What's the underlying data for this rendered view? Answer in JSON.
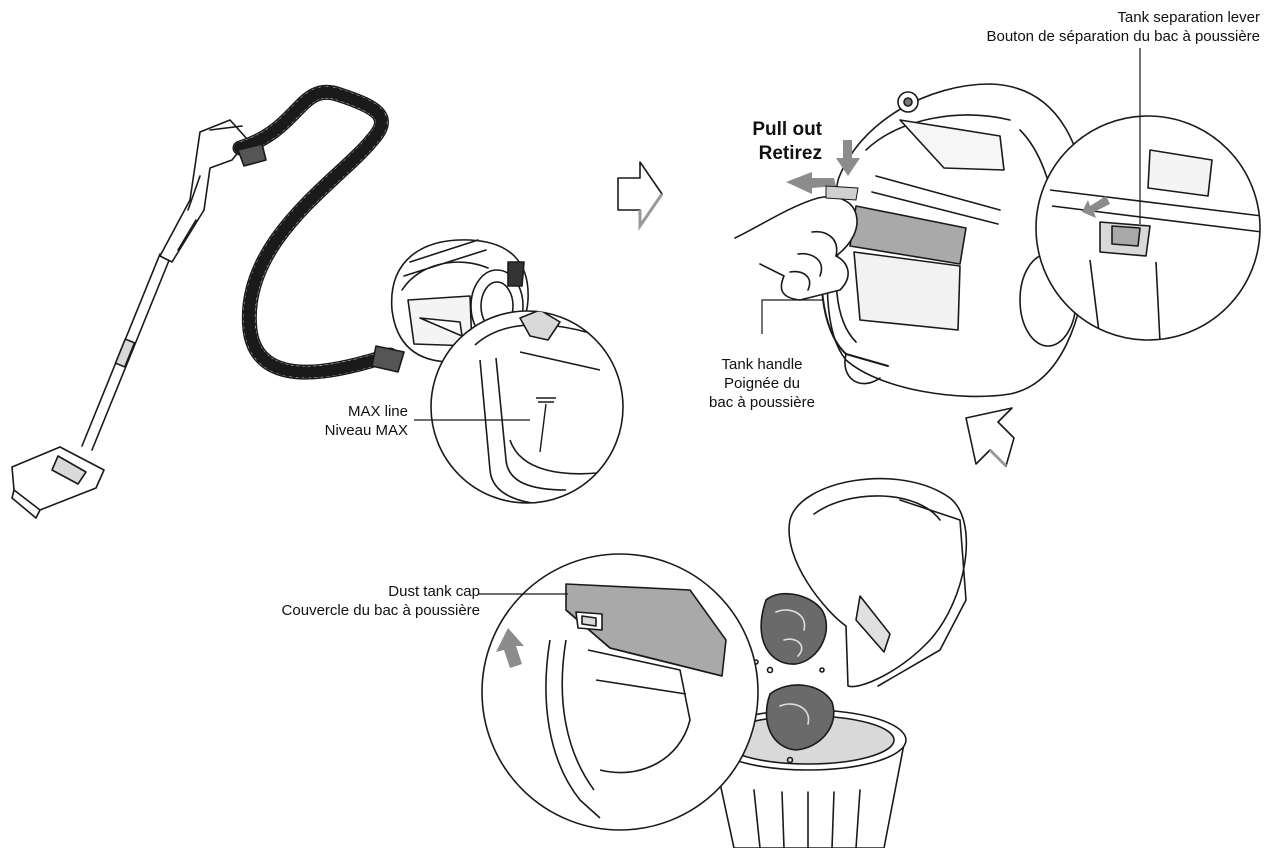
{
  "labels": {
    "max_line": [
      "MAX line",
      "Niveau MAX"
    ],
    "pull_out": [
      "Pull out",
      "Retirez"
    ],
    "tank_handle": [
      "Tank handle",
      "Poignée du",
      "bac à poussière"
    ],
    "tank_separation_lever": [
      "Tank separation lever",
      "Bouton de séparation du bac à poussière"
    ],
    "dust_tank_cap": [
      "Dust tank cap",
      "Couvercle du bac à poussière"
    ]
  },
  "steps": [
    "step-1-vacuum-with-max-line",
    "step-2-remove-dust-tank",
    "step-3-empty-dust-tank"
  ],
  "colors": {
    "line": "#1a1a1a",
    "gray_part": "#a9a9a9",
    "dark_part": "#6a6a6a",
    "light_gray": "#d9d9d9"
  }
}
